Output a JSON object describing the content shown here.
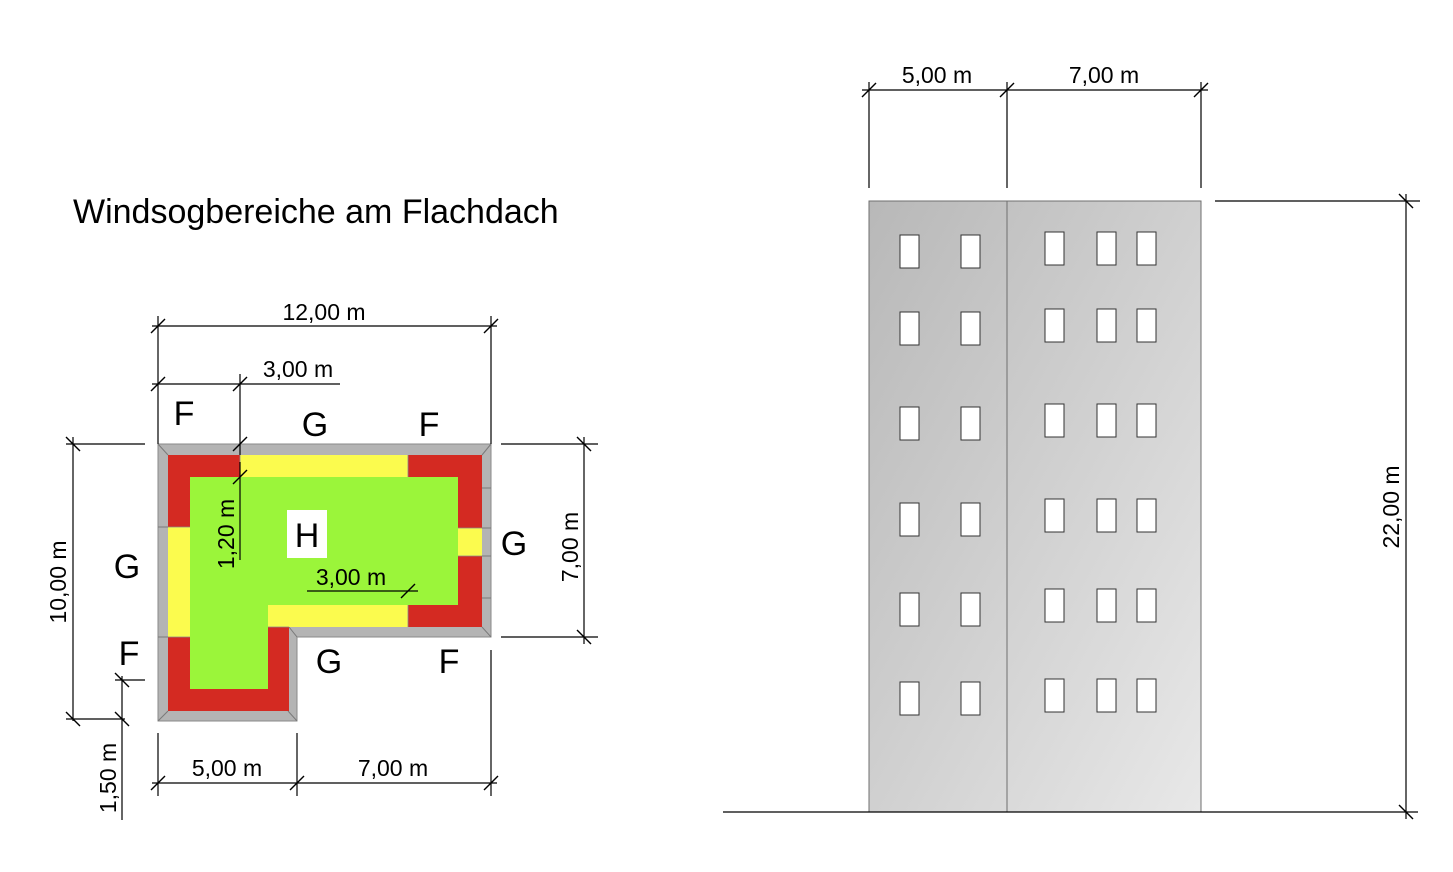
{
  "title": "Windsogbereiche am Flachdach",
  "colors": {
    "zone_F": "#d42a22",
    "zone_G": "#fbfb4e",
    "zone_H": "#9bf53a",
    "parapet": "#b4b4b4",
    "facade": "#b8b8b8",
    "window": "#ffffff",
    "line": "#000000"
  },
  "plan": {
    "zone_labels": {
      "F_top_left": "F",
      "G_top": "G",
      "F_top_right": "F",
      "G_right": "G",
      "G_left": "G",
      "F_bottom_left": "F",
      "G_bottom": "G",
      "F_bottom_right": "F",
      "H": "H"
    },
    "dimensions": {
      "total_width": "12,00 m",
      "corner_width": "3,00 m",
      "edge_depth": "1,20 m",
      "inner_step": "3,00 m",
      "total_depth": "10,00 m",
      "right_depth": "7,00 m",
      "offset": "1,50 m",
      "left_width": "5,00 m",
      "right_width": "7,00 m"
    }
  },
  "elevation": {
    "dimensions": {
      "left_width": "5,00 m",
      "right_width": "7,00 m",
      "height": "22,00 m"
    },
    "floors": 6,
    "windows_left_wing": 2,
    "windows_right_wing": 3
  }
}
